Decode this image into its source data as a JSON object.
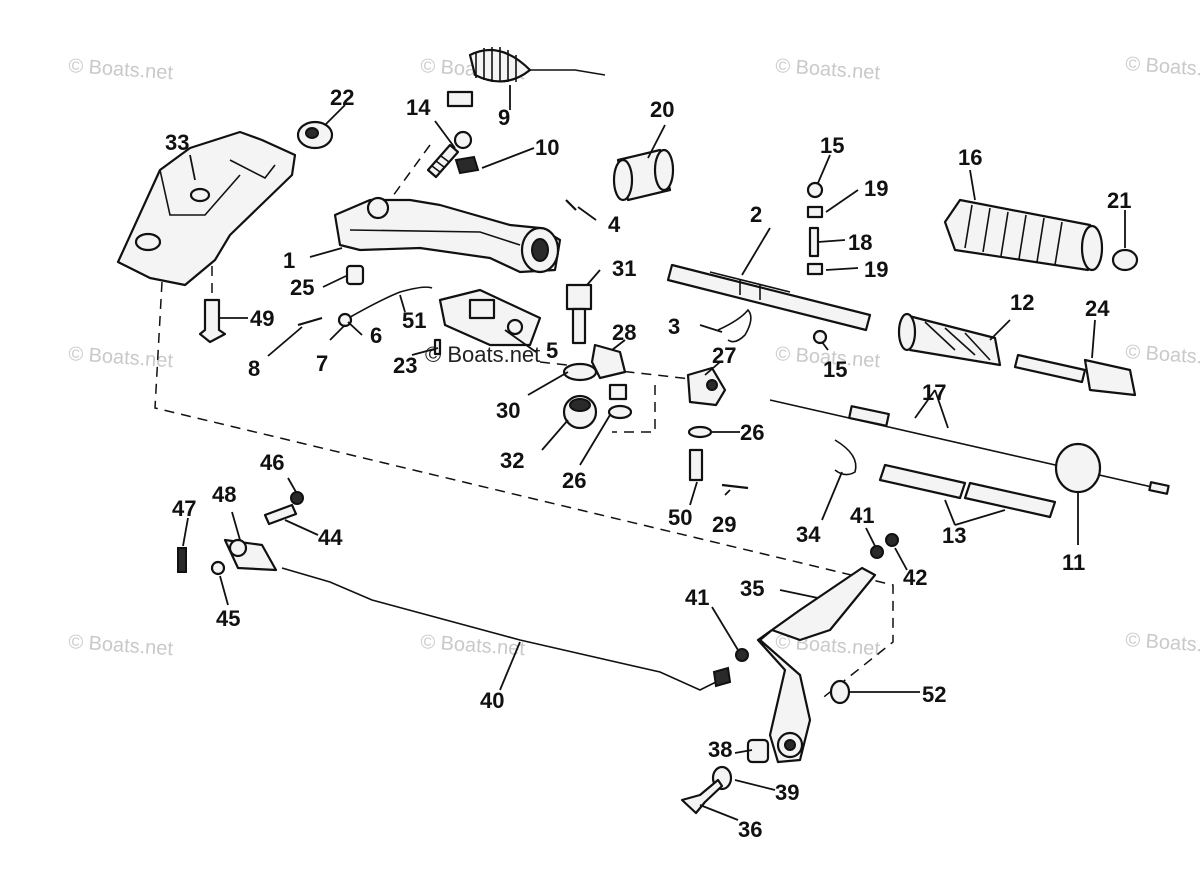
{
  "watermark": {
    "text": "© Boats.net",
    "color": "#c9c9c9"
  },
  "callouts": [
    {
      "id": "c1",
      "text": "1"
    },
    {
      "id": "c2",
      "text": "2"
    },
    {
      "id": "c3",
      "text": "3"
    },
    {
      "id": "c4",
      "text": "4"
    },
    {
      "id": "c5",
      "text": "5"
    },
    {
      "id": "c6",
      "text": "6"
    },
    {
      "id": "c7",
      "text": "7"
    },
    {
      "id": "c8",
      "text": "8"
    },
    {
      "id": "c9",
      "text": "9"
    },
    {
      "id": "c10",
      "text": "10"
    },
    {
      "id": "c11",
      "text": "11"
    },
    {
      "id": "c12",
      "text": "12"
    },
    {
      "id": "c13",
      "text": "13"
    },
    {
      "id": "c14",
      "text": "14"
    },
    {
      "id": "c15a",
      "text": "15"
    },
    {
      "id": "c15b",
      "text": "15"
    },
    {
      "id": "c16",
      "text": "16"
    },
    {
      "id": "c17",
      "text": "17"
    },
    {
      "id": "c18",
      "text": "18"
    },
    {
      "id": "c19a",
      "text": "19"
    },
    {
      "id": "c19b",
      "text": "19"
    },
    {
      "id": "c20",
      "text": "20"
    },
    {
      "id": "c21",
      "text": "21"
    },
    {
      "id": "c22",
      "text": "22"
    },
    {
      "id": "c23",
      "text": "23"
    },
    {
      "id": "c24",
      "text": "24"
    },
    {
      "id": "c25",
      "text": "25"
    },
    {
      "id": "c26a",
      "text": "26"
    },
    {
      "id": "c26b",
      "text": "26"
    },
    {
      "id": "c27",
      "text": "27"
    },
    {
      "id": "c28",
      "text": "28"
    },
    {
      "id": "c29",
      "text": "29"
    },
    {
      "id": "c30",
      "text": "30"
    },
    {
      "id": "c31",
      "text": "31"
    },
    {
      "id": "c32",
      "text": "32"
    },
    {
      "id": "c33",
      "text": "33"
    },
    {
      "id": "c34",
      "text": "34"
    },
    {
      "id": "c35",
      "text": "35"
    },
    {
      "id": "c36",
      "text": "36"
    },
    {
      "id": "c38",
      "text": "38"
    },
    {
      "id": "c39",
      "text": "39"
    },
    {
      "id": "c40",
      "text": "40"
    },
    {
      "id": "c41a",
      "text": "41"
    },
    {
      "id": "c41b",
      "text": "41"
    },
    {
      "id": "c42",
      "text": "42"
    },
    {
      "id": "c44",
      "text": "44"
    },
    {
      "id": "c45",
      "text": "45"
    },
    {
      "id": "c46",
      "text": "46"
    },
    {
      "id": "c47",
      "text": "47"
    },
    {
      "id": "c48",
      "text": "48"
    },
    {
      "id": "c49",
      "text": "49"
    },
    {
      "id": "c50",
      "text": "50"
    },
    {
      "id": "c51",
      "text": "51"
    },
    {
      "id": "c52",
      "text": "52"
    }
  ]
}
